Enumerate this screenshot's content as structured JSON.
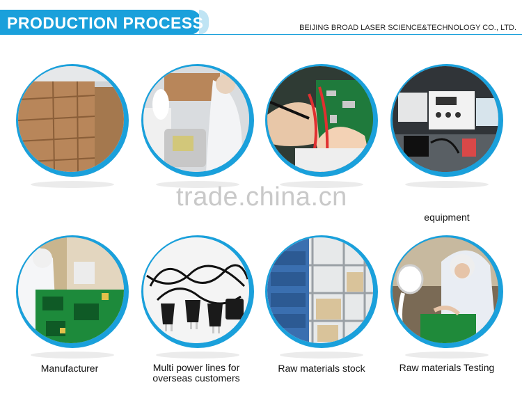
{
  "header": {
    "title": "PRODUCTION PROCESS",
    "company": "BEIJING BROAD LASER SCIENCE&TECHNOLOGY CO., LTD."
  },
  "watermark": "trade.china.cn",
  "accent_color": "#1aa0db",
  "photos": [
    {
      "subject": "cardboard-boxes",
      "caption": ""
    },
    {
      "subject": "technician-device",
      "caption": ""
    },
    {
      "subject": "circuit-test",
      "caption": ""
    },
    {
      "subject": "test-equipment",
      "caption": "equipment"
    },
    {
      "subject": "factory-worker",
      "caption": "Manufacturer"
    },
    {
      "subject": "power-cables",
      "caption": "Multi power lines for overseas customers"
    },
    {
      "subject": "warehouse-shelves",
      "caption": "Raw materials stock"
    },
    {
      "subject": "lab-tester",
      "caption": "Raw materials Testing"
    }
  ]
}
